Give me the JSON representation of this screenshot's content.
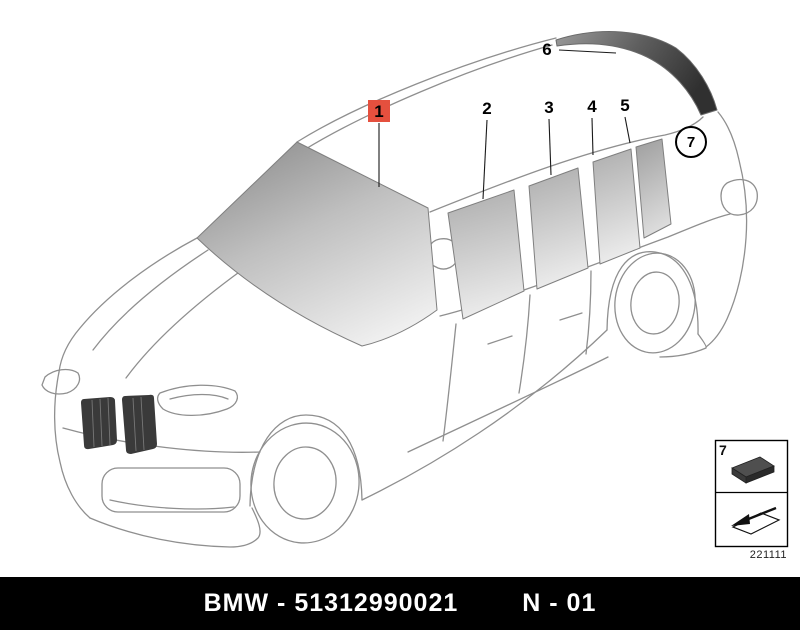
{
  "callouts": [
    {
      "label": "1",
      "highlighted": true,
      "circled": false
    },
    {
      "label": "2",
      "highlighted": false,
      "circled": false
    },
    {
      "label": "3",
      "highlighted": false,
      "circled": false
    },
    {
      "label": "4",
      "highlighted": false,
      "circled": false
    },
    {
      "label": "5",
      "highlighted": false,
      "circled": false
    },
    {
      "label": "6",
      "highlighted": false,
      "circled": false
    },
    {
      "label": "7",
      "highlighted": false,
      "circled": true
    }
  ],
  "legend": {
    "item_label": "7",
    "diagram_code": "221111"
  },
  "footer": {
    "part_text": "BMW - 51312990021",
    "page_text": "N - 01"
  },
  "colors": {
    "highlight": "#e5503e",
    "line": "#8f8f8f",
    "leader": "#1a1a1a",
    "footer_bg": "#000000",
    "footer_text": "#ffffff"
  }
}
